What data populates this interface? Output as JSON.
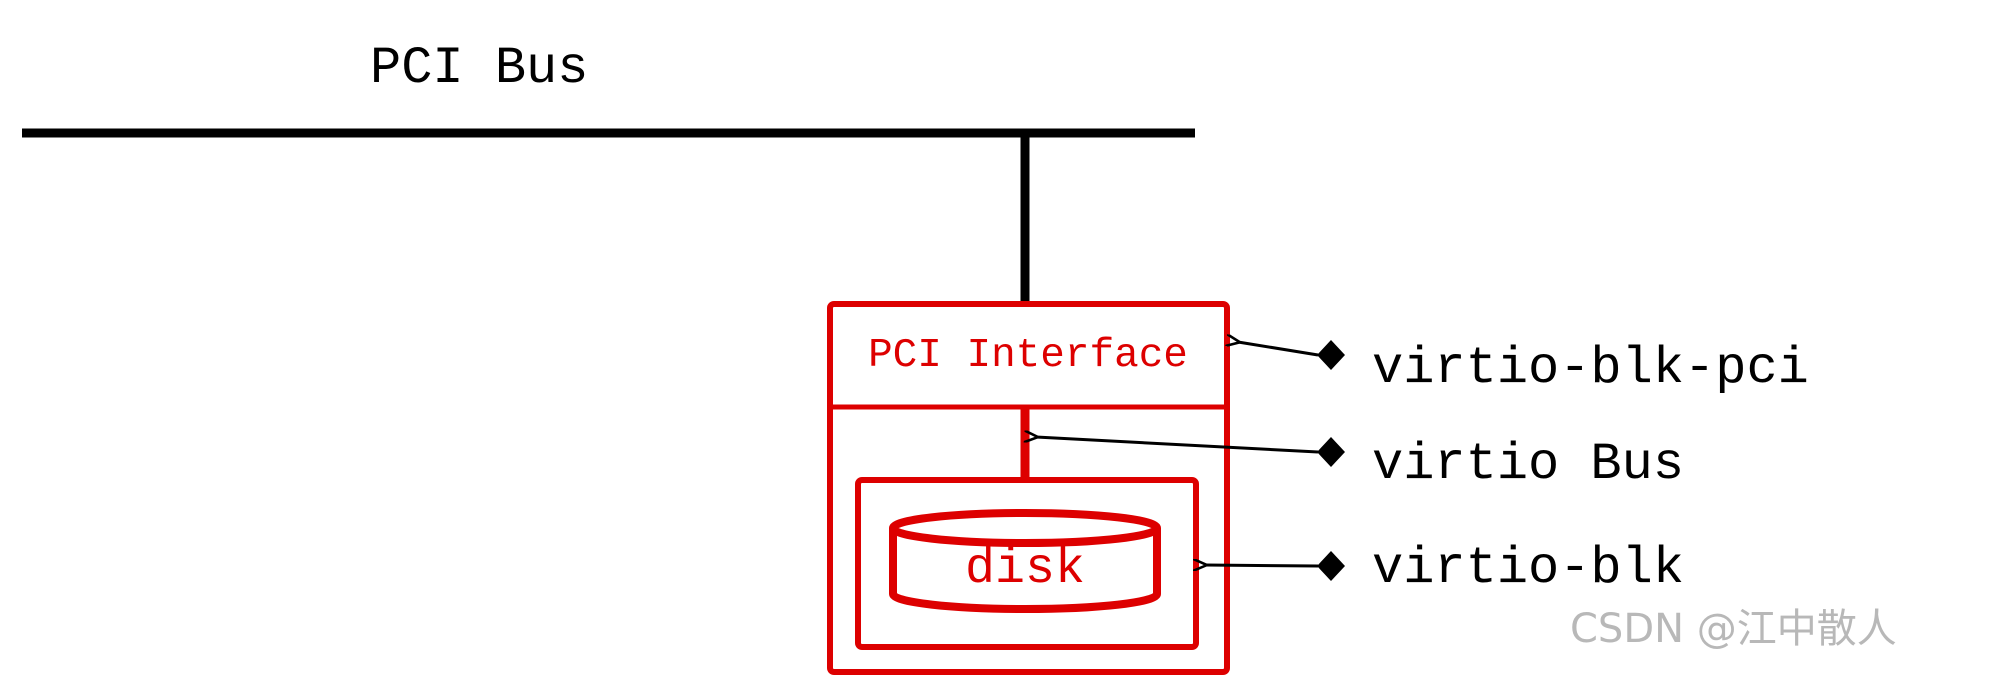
{
  "diagram": {
    "bus_title": "PCI Bus",
    "pci_interface_label": "PCI Interface",
    "disk_label": "disk",
    "legend": [
      {
        "id": "virtio-blk-pci",
        "label": "virtio-blk-pci"
      },
      {
        "id": "virtio-bus",
        "label": "virtio Bus"
      },
      {
        "id": "virtio-blk",
        "label": "virtio-blk"
      }
    ],
    "watermark": "CSDN @江中散人"
  },
  "colors": {
    "bus": "#000000",
    "device": "#dd0000",
    "text": "#000000",
    "watermark": "#b8b8b8"
  }
}
